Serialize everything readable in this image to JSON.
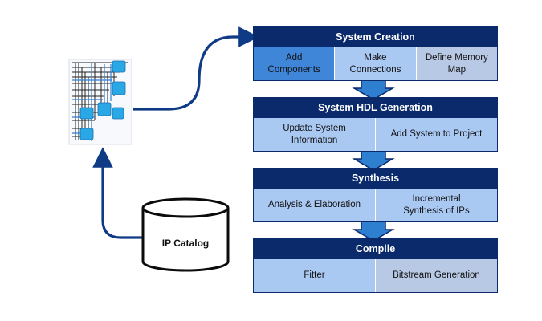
{
  "colors": {
    "header": "#0b2a6b",
    "cell_strong": "#3f86d8",
    "cell_mid": "#a9c8f2",
    "cell_light": "#b8c9e6",
    "arrow": "#0f3a85",
    "connector": "#2f7fd1"
  },
  "stages": [
    {
      "title": "System Creation",
      "cells": [
        {
          "lines": [
            "Add",
            "Components"
          ],
          "tone": "cell_strong"
        },
        {
          "lines": [
            "Make",
            "Connections"
          ],
          "tone": "cell_mid"
        },
        {
          "lines": [
            "Define Memory",
            "Map"
          ],
          "tone": "cell_light"
        }
      ]
    },
    {
      "title": "System HDL Generation",
      "cells": [
        {
          "lines": [
            "Update System",
            "Information"
          ],
          "tone": "cell_mid"
        },
        {
          "lines": [
            "Add System to Project"
          ],
          "tone": "cell_mid"
        }
      ]
    },
    {
      "title": "Synthesis",
      "cells": [
        {
          "lines": [
            "Analysis & Elaboration"
          ],
          "tone": "cell_mid"
        },
        {
          "lines": [
            "Incremental",
            "Synthesis of IPs"
          ],
          "tone": "cell_mid"
        }
      ]
    },
    {
      "title": "Compile",
      "cells": [
        {
          "lines": [
            "Fitter"
          ],
          "tone": "cell_mid"
        },
        {
          "lines": [
            "Bitstream Generation"
          ],
          "tone": "cell_light"
        }
      ]
    }
  ],
  "catalog": {
    "label": "IP Catalog"
  },
  "icons": {
    "system_thumbnail": "system-schematic-icon",
    "database": "database-cylinder-icon"
  }
}
